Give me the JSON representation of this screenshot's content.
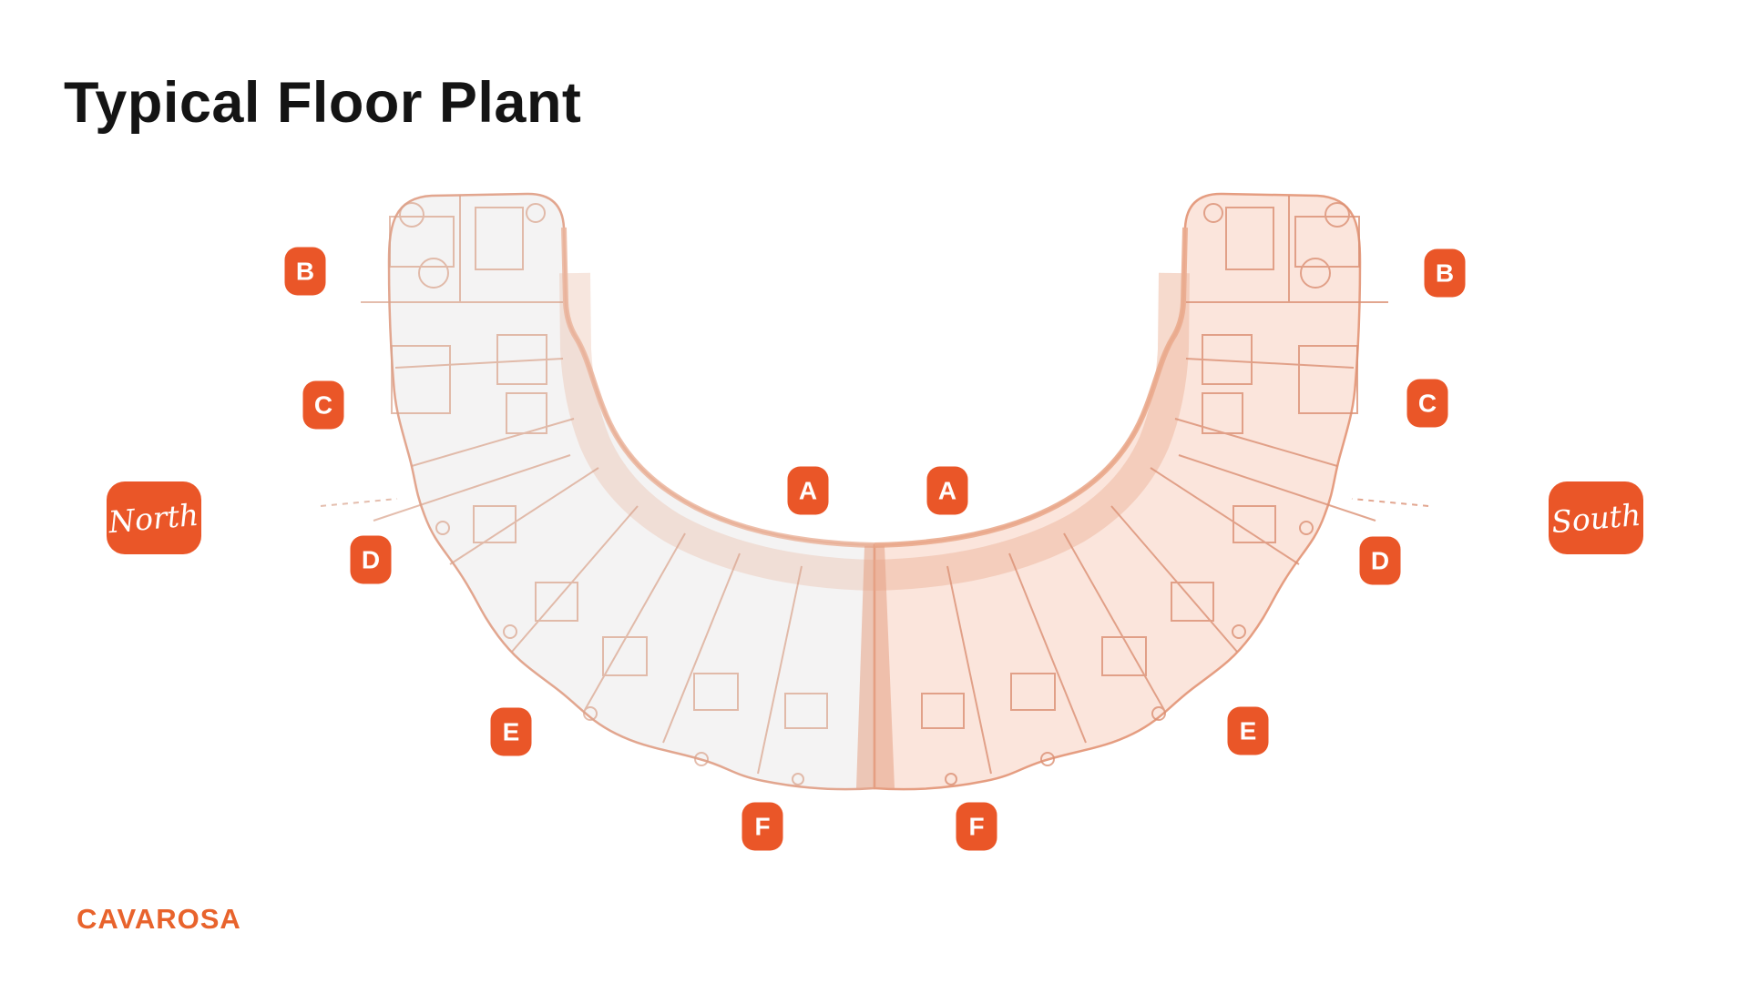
{
  "slide": {
    "title": "Typical Floor Plant",
    "brand": "CAVAROSA"
  },
  "floor_plan": {
    "shape": "u-shaped crescent tower plan, two mirrored wings meeting at a center seam",
    "wings": [
      {
        "id": "north",
        "fill": "#f4f3f3",
        "line_color": "#d9a28b"
      },
      {
        "id": "south",
        "fill": "#fbe5dc",
        "line_color": "#db9074"
      }
    ],
    "unit_badges": [
      {
        "label": "B",
        "wing": "north"
      },
      {
        "label": "C",
        "wing": "north"
      },
      {
        "label": "D",
        "wing": "north"
      },
      {
        "label": "E",
        "wing": "north"
      },
      {
        "label": "F",
        "wing": "north"
      },
      {
        "label": "A",
        "wing": "north"
      },
      {
        "label": "A",
        "wing": "south"
      },
      {
        "label": "F",
        "wing": "south"
      },
      {
        "label": "E",
        "wing": "south"
      },
      {
        "label": "D",
        "wing": "south"
      },
      {
        "label": "C",
        "wing": "south"
      },
      {
        "label": "B",
        "wing": "south"
      }
    ],
    "direction_badges": {
      "north": "North",
      "south": "South"
    },
    "colors": {
      "badge": "#ea5628",
      "outline": "#e2a68f",
      "brand_text": "#e8632c",
      "title_text": "#141414",
      "background": "#ffffff"
    }
  }
}
